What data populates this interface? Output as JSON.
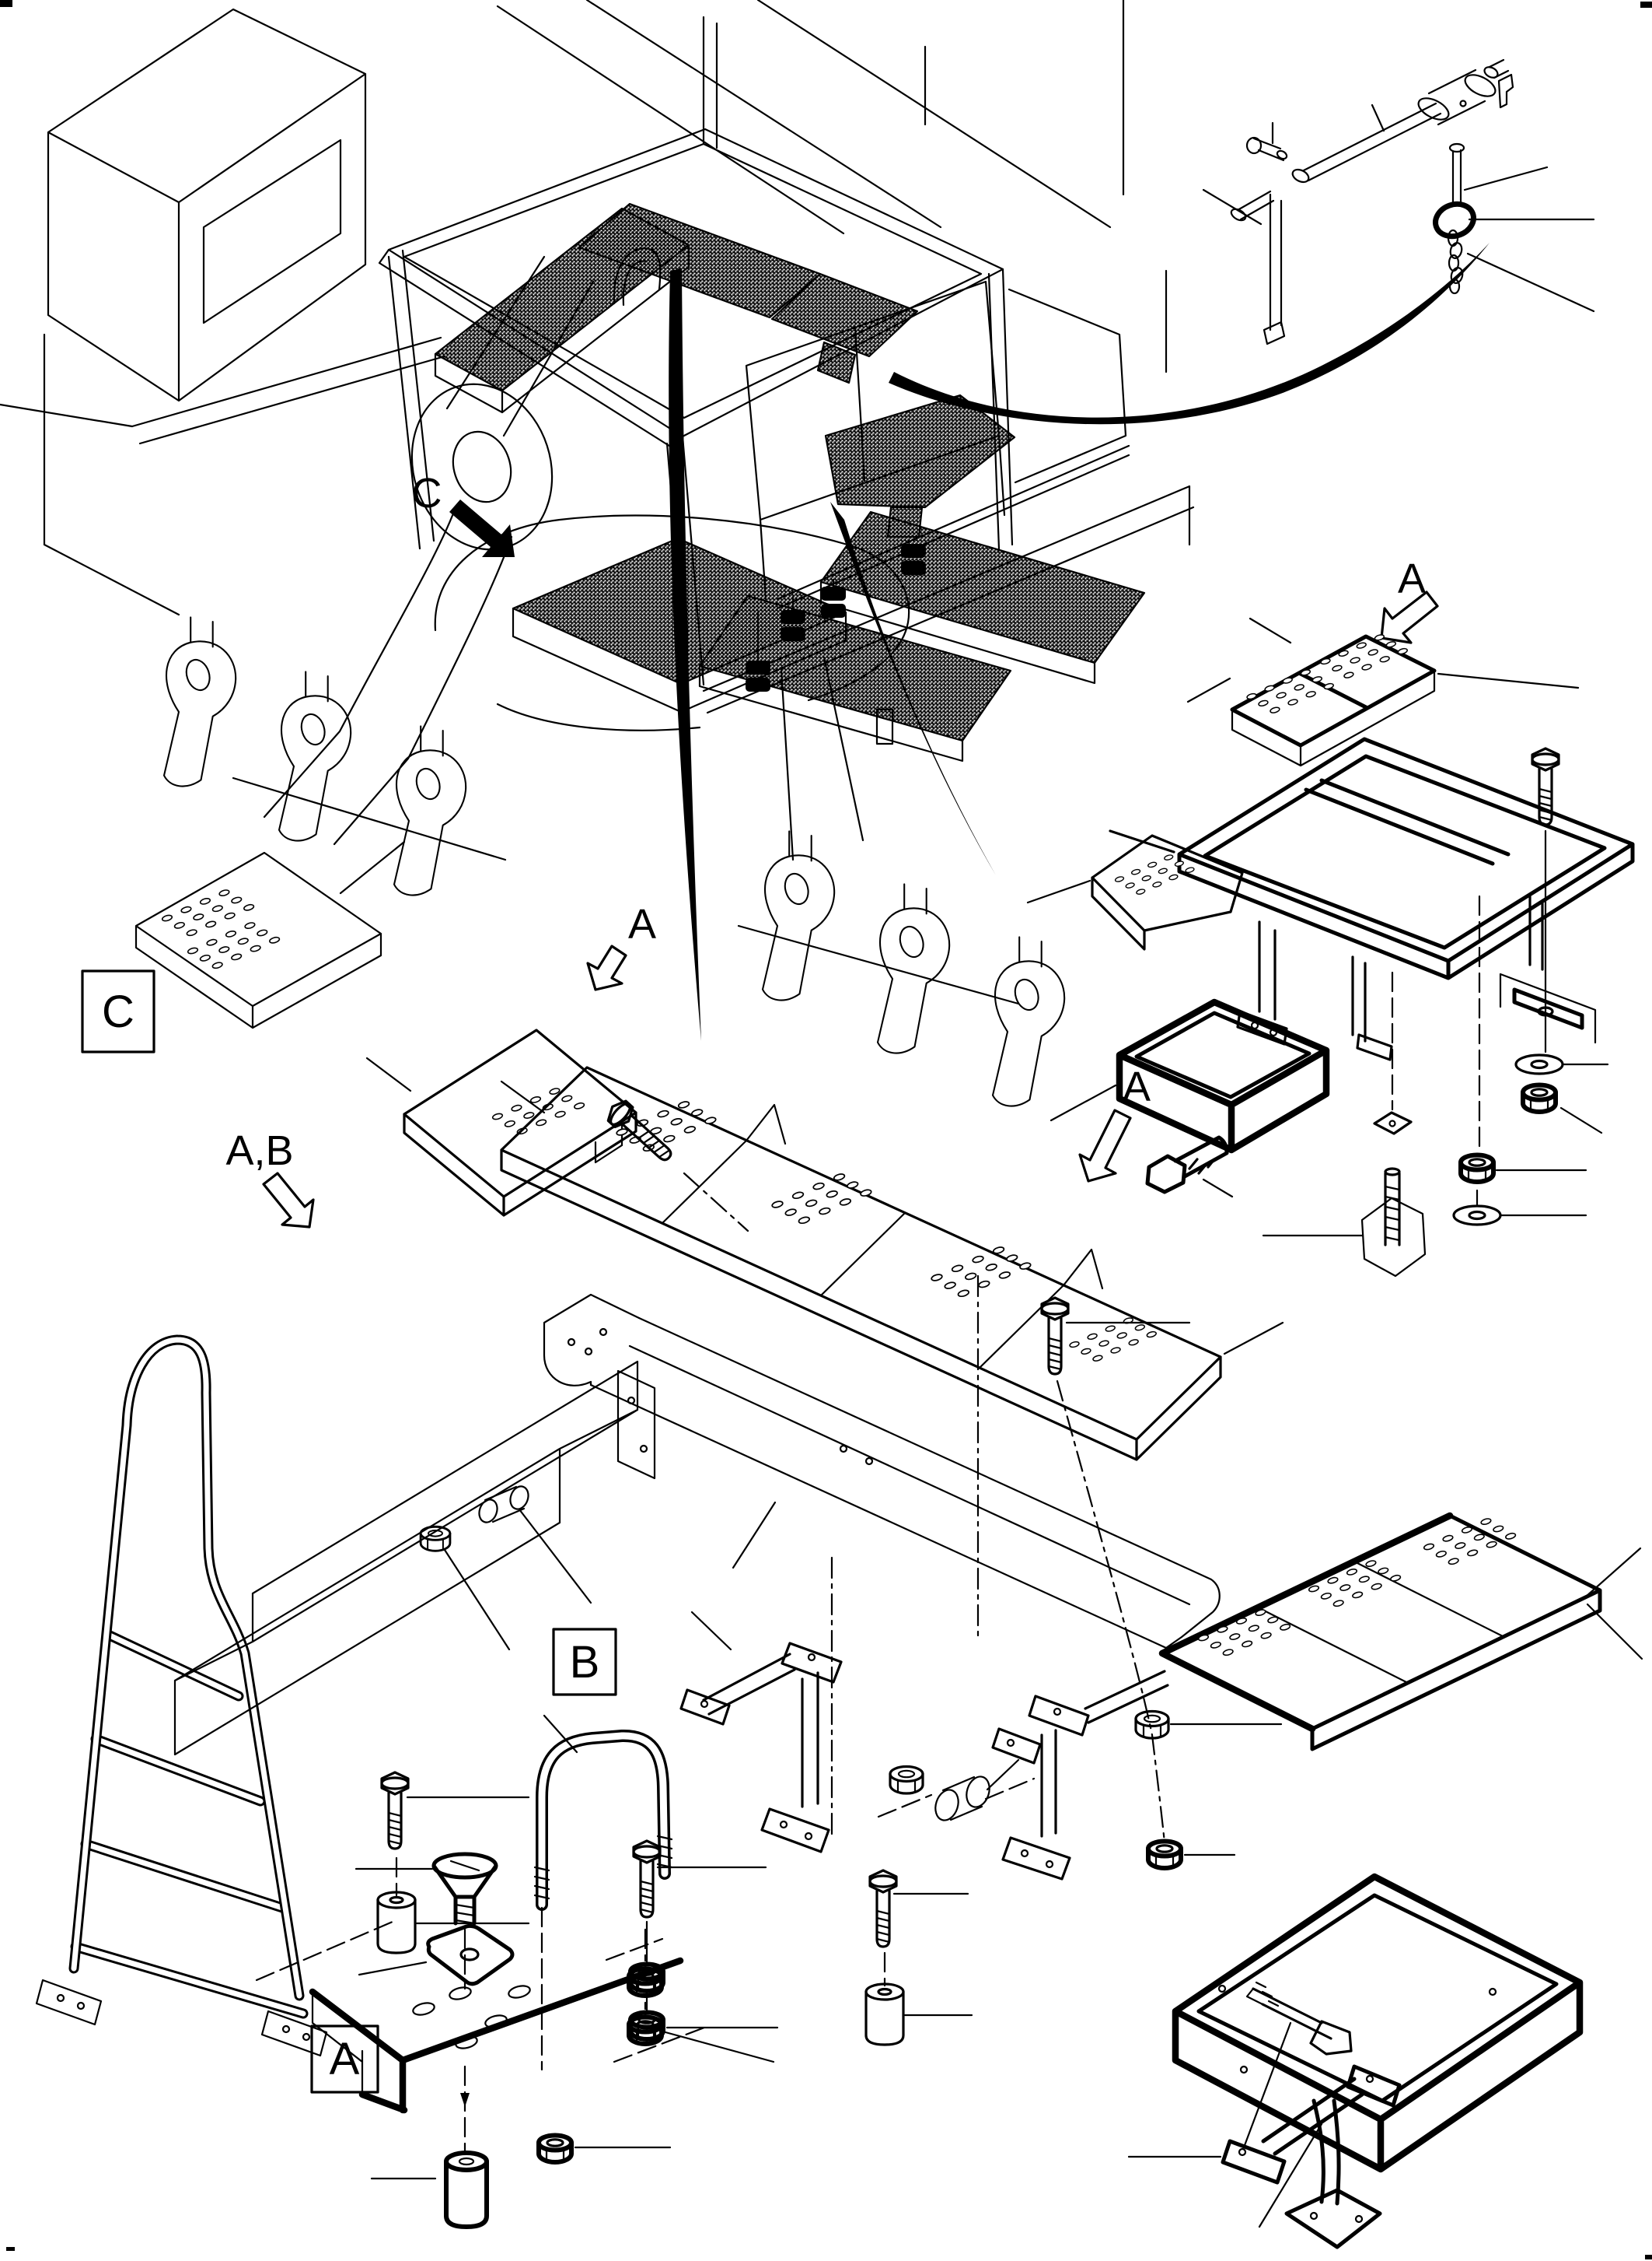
{
  "page": {
    "background": "#ffffff",
    "ink": "#000000",
    "kind": "exploded-parts-diagram"
  },
  "labels": {
    "c_arrow": "C",
    "c_box": "C",
    "a_right": "A",
    "a_mid": "A",
    "ab": "A,B",
    "a_center": "A",
    "b_box": "B",
    "a_box": "A"
  },
  "markers": [
    {
      "label": "C",
      "style": "solid-black-arrow",
      "points_to": "operator-seat-plate"
    },
    {
      "label": "A",
      "style": "outline-arrow",
      "points_to": "right-frame-tread-plate"
    },
    {
      "label": "A",
      "style": "outline-arrow",
      "points_to": "small-tread-plate"
    },
    {
      "label": "A,B",
      "style": "outline-arrow",
      "points_to": "three-segment-tread-plate"
    },
    {
      "label": "A",
      "style": "outline-arrow",
      "points_to": "long-four-segment-tread-plate"
    },
    {
      "label": "B",
      "style": "boxed",
      "points_to": "u-bolt-stand-group"
    },
    {
      "label": "A",
      "style": "boxed",
      "points_to": "plate-corner-spacer-group"
    },
    {
      "label": "C",
      "style": "boxed",
      "points_to": "perforated-step-plate"
    }
  ]
}
